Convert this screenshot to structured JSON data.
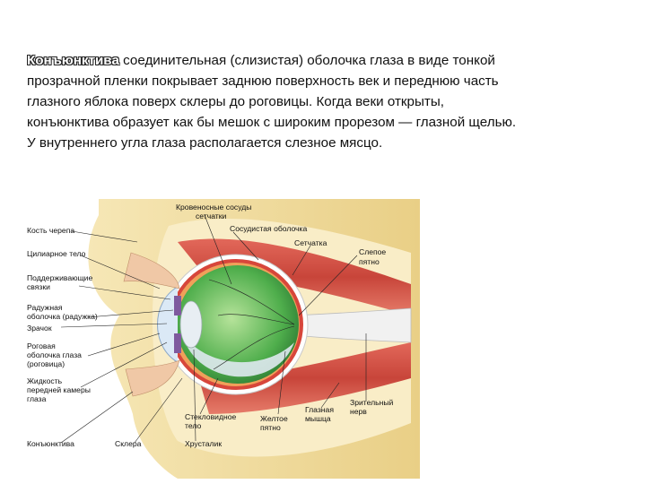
{
  "paragraph": {
    "term": "Конъюнктива",
    "lines": [
      " соединительная (слизистая) оболочка глаза в виде тонкой",
      "прозрачной пленки покрывает заднюю поверхность век и переднюю часть",
      "глазного яблока поверх склеры до роговицы. Когда веки открыты,",
      "конъюнктива образует как бы мешок с широким прорезом — глазной щелью.",
      "У внутреннего угла глаза располагается слезное мясцо."
    ]
  },
  "diagram": {
    "labels": {
      "skull_bone": "Кость черепа",
      "ciliary_body": "Цилиарное тело",
      "suspensory_1": "Поддерживающие",
      "suspensory_2": "связки",
      "iris_1": "Радужная",
      "iris_2": "оболочка (радужка)",
      "pupil": "Зрачок",
      "cornea_1": "Роговая",
      "cornea_2": "оболочка глаза",
      "cornea_3": "(роговица)",
      "aqueous_1": "Жидкость",
      "aqueous_2": "передней камеры",
      "aqueous_3": "глаза",
      "conjunctiva": "Конъюнктива",
      "sclera": "Склера",
      "retina_vessels_1": "Кровеносные сосуды",
      "retina_vessels_2": "сетчатки",
      "choroid": "Сосудистая оболочка",
      "retina": "Сетчатка",
      "blind_spot_1": "Слепое",
      "blind_spot_2": "пятно",
      "vitreous_1": "Стекловидное",
      "vitreous_2": "тело",
      "lens": "Хрусталик",
      "macula_1": "Желтое",
      "macula_2": "пятно",
      "eye_muscle_1": "Глазная",
      "eye_muscle_2": "мышца",
      "optic_nerve_1": "Зрительный",
      "optic_nerve_2": "нерв"
    }
  }
}
